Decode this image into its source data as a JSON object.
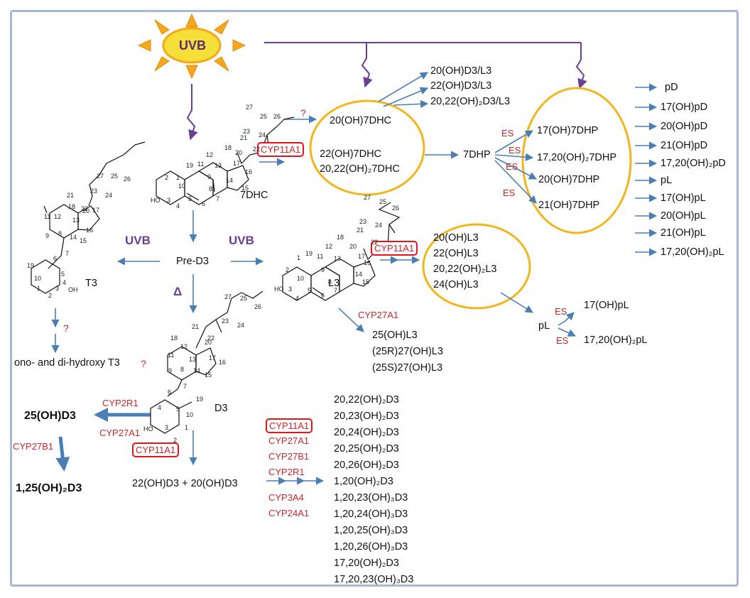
{
  "sun": {
    "label": "UVB"
  },
  "arrow_labels": {
    "uvb_left": "UVB",
    "uvb_right": "UVB",
    "delta": "Δ"
  },
  "compounds": {
    "dhc7": "7DHC",
    "pre_d3": "Pre-D3",
    "t3": "T3",
    "l3": "L3",
    "d3": "D3",
    "dhp7": "7DHP",
    "pl_mid": "pL",
    "mono_di_t3": "ono- and di-hydroxy T3",
    "d3_25oh": "25(OH)D3",
    "d3_125": "1,25(OH)₂D3",
    "d3_products_bottom": "22(OH)D3 + 20(OH)D3"
  },
  "questions": {
    "q": "?"
  },
  "enzymes": {
    "cyp11a1": "CYP11A1",
    "cyp27a1": "CYP27A1",
    "cyp2r1": "CYP2R1",
    "cyp27b1": "CYP27B1",
    "cyp3a4": "CYP3A4",
    "cyp24a1": "CYP24A1",
    "es": "ES"
  },
  "top_products": [
    "20(OH)D3/L3",
    "22(OH)D3/L3",
    "20,22(OH)₂D3/L3"
  ],
  "ellipse_7dhc": [
    "20(OH)7DHC",
    "22(OH)7DHC",
    "20,22(OH)₂7DHC"
  ],
  "ellipse_7dhp": [
    "17(OH)7DHP",
    "17,20(OH)₂7DHP",
    "20(OH)7DHP",
    "21(OH)7DHP"
  ],
  "right_products": [
    "pD",
    "17(OH)pD",
    "20(OH)pD",
    "21(OH)pD",
    "17,20(OH)₂pD",
    "pL",
    "17(OH)pL",
    "20(OH)pL",
    "21(OH)pL",
    "17,20(OH)₂pL"
  ],
  "ellipse_l3": [
    "20(OH)L3",
    "22(OH)L3",
    "20,22(OH)₂L3",
    "24(OH)L3"
  ],
  "pl_products": [
    "17(OH)pL",
    "17,20(OH)₂pL"
  ],
  "l3_cyp27a1_products": [
    "25(OH)L3",
    "(25R)27(OH)L3",
    "(25S)27(OH)L3"
  ],
  "d3_enzymes": [
    "CYP11A1",
    "CYP27A1",
    "CYP27B1",
    "CYP2R1",
    "CYP3A4",
    "CYP24A1"
  ],
  "d3_products": [
    "20,22(OH)₂D3",
    "20,23(OH)₂D3",
    "20,24(OH)₂D3",
    "20,25(OH)₂D3",
    "20,26(OH)₂D3",
    "1,20(OH)₂D3",
    "1,20,23(OH)₃D3",
    "1,20,24(OH)₃D3",
    "1,20,25(OH)₃D3",
    "1,20,26(OH)₃D3",
    "17,20(OH)₂D3",
    "17,20,23(OH)₃D3"
  ],
  "atom_numbers": {
    "dhc7": [
      "27",
      "25",
      "26",
      "23",
      "24",
      "21",
      "22",
      "18",
      "20",
      "12",
      "17",
      "11",
      "13",
      "16",
      "19",
      "14",
      "15",
      "1",
      "9",
      "2",
      "10",
      "8",
      "3",
      "4",
      "5",
      "6",
      "7",
      "HO"
    ],
    "t3": [
      "27",
      "25",
      "26",
      "23",
      "24",
      "21",
      "22",
      "18",
      "20",
      "12",
      "17",
      "11",
      "13",
      "16",
      "14",
      "15",
      "9",
      "8",
      "7",
      "6",
      "19",
      "10",
      "5",
      "4",
      "3",
      "2",
      "1",
      "OH"
    ],
    "l3": [
      "27",
      "25",
      "26",
      "23",
      "24",
      "21",
      "22",
      "18",
      "20",
      "12",
      "17",
      "11",
      "13",
      "16",
      "19",
      "14",
      "15",
      "1",
      "9",
      "2",
      "10",
      "8",
      "3",
      "4",
      "5",
      "6",
      "7",
      "HO"
    ],
    "d3": [
      "27",
      "25",
      "26",
      "23",
      "24",
      "21",
      "22",
      "18",
      "20",
      "12",
      "17",
      "11",
      "13",
      "16",
      "14",
      "15",
      "9",
      "8",
      "7",
      "6",
      "19",
      "4",
      "10",
      "5",
      "3",
      "2",
      "1",
      "HO"
    ]
  },
  "colors": {
    "blue_arrow": "#4a7fb6",
    "purple": "#6b3d94",
    "ellipse": "#f2b51d",
    "red": "#c8262b",
    "sun_fill": "#f7df3a",
    "sun_ray": "#f5a81b",
    "frame": "#a9b8d2"
  }
}
